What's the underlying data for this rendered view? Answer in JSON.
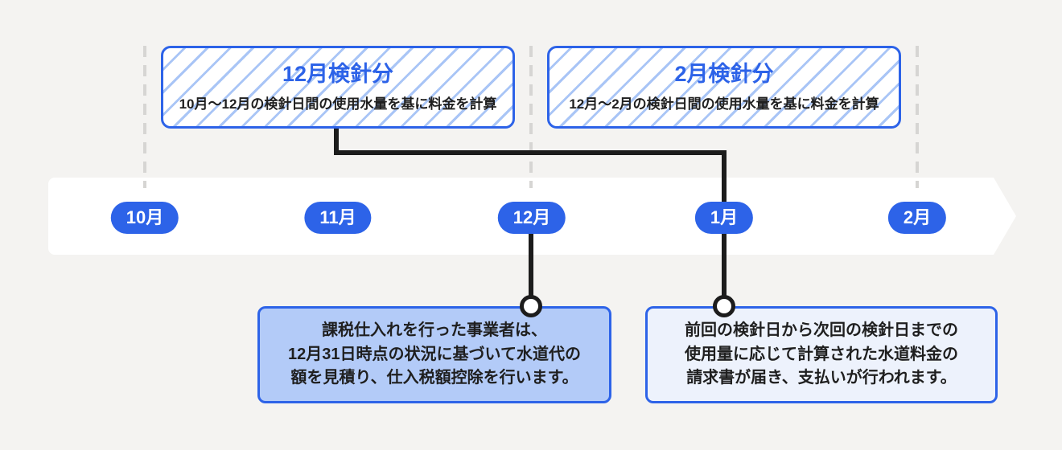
{
  "colors": {
    "background": "#f4f3f1",
    "accent_blue": "#2d63e8",
    "hatch_blue": "#a9c5f6",
    "note_filled_blue": "#b3cbf8",
    "note_light_blue": "#edf2fc",
    "connector_black": "#1c1c1c",
    "text_dark": "#1f1f1f"
  },
  "top_boxes": [
    {
      "title": "12月検針分",
      "subtitle": "10月〜12月の検針日間の使用水量を基に料金を計算"
    },
    {
      "title": "2月検針分",
      "subtitle": "12月〜2月の検針日間の使用水量を基に料金を計算"
    }
  ],
  "timeline": {
    "months": [
      "10月",
      "11月",
      "12月",
      "1月",
      "2月"
    ]
  },
  "bottom_notes": [
    {
      "lines": [
        "課税仕入れを行った事業者は、",
        "12月31日時点の状況に基づいて水道代の",
        "額を見積り、仕入税額控除を行います。"
      ]
    },
    {
      "lines": [
        "前回の検針日から次回の検針日までの",
        "使用量に応じて計算された水道料金の",
        "請求書が届き、支払いが行われます。"
      ]
    }
  ]
}
